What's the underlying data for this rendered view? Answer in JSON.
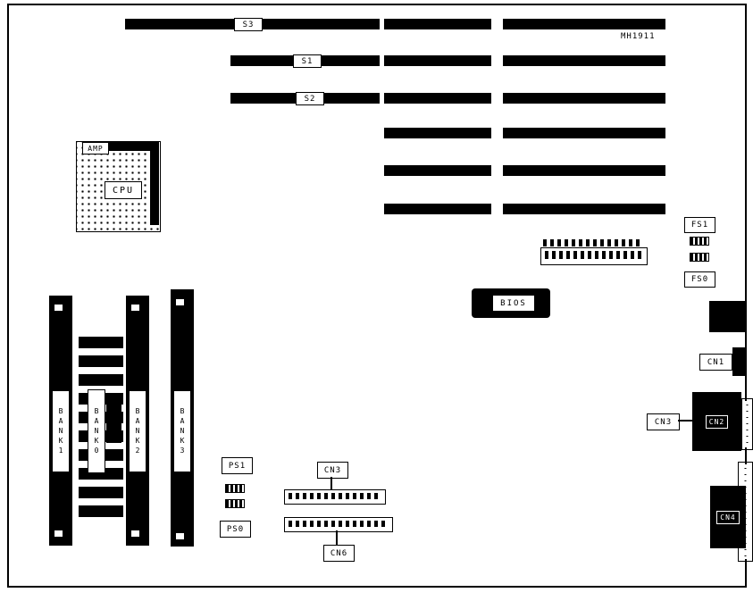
{
  "board": {
    "part_number": "MH1911"
  },
  "slots": {
    "s3": "S3",
    "s1": "S1",
    "s2": "S2"
  },
  "cpu": {
    "label": "CPU",
    "brand": "AMP"
  },
  "bios": {
    "label": "BIOS"
  },
  "memory": {
    "bank1": "BANK1",
    "bank0": "BANK0",
    "bank2": "BANK2",
    "bank3": "BANK3"
  },
  "jumpers": {
    "fs1": "FS1",
    "fs0": "FS0",
    "ps1": "PS1",
    "ps0": "PS0"
  },
  "connectors": {
    "cn1": "CN1",
    "cn2": "CN2",
    "cn3_right": "CN3",
    "cn4": "CN4",
    "cn3_mid": "CN3",
    "cn6": "CN6"
  },
  "colors": {
    "ink": "#000000",
    "bg": "#ffffff"
  }
}
